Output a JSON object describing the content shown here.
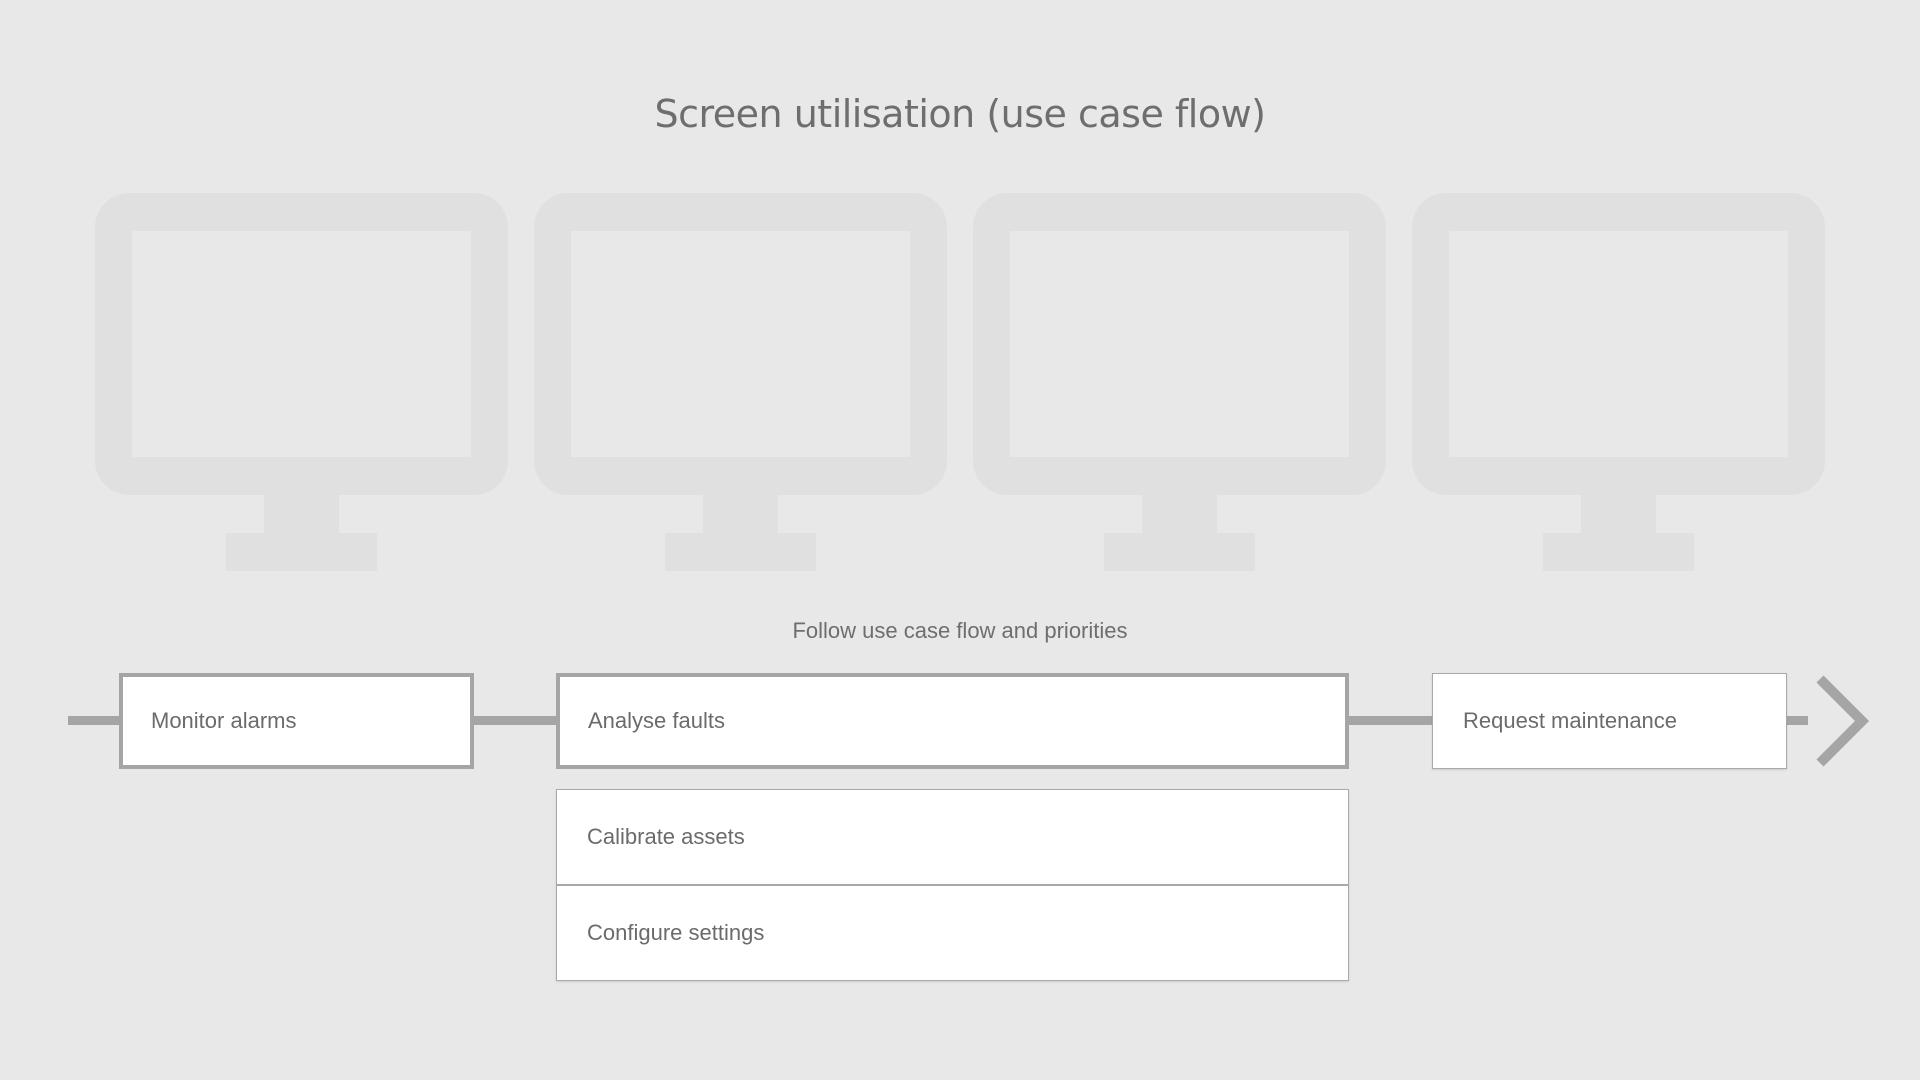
{
  "diagram": {
    "title": "Screen utilisation (use case flow)",
    "subtitle": "Follow use case flow and priorities",
    "monitors": [
      "monitor-1",
      "monitor-2",
      "monitor-3",
      "monitor-4"
    ],
    "steps": [
      {
        "id": "monitor-alarms",
        "label": "Monitor alarms",
        "emphasis": "primary"
      },
      {
        "id": "analyse-faults",
        "label": "Analyse faults",
        "emphasis": "primary"
      },
      {
        "id": "calibrate-assets",
        "label": "Calibrate assets",
        "emphasis": "secondary"
      },
      {
        "id": "configure-settings",
        "label": "Configure settings",
        "emphasis": "secondary"
      },
      {
        "id": "request-maintenance",
        "label": "Request maintenance",
        "emphasis": "secondary"
      }
    ],
    "colors": {
      "background": "#e8e8e8",
      "monitor": "#e0e0e0",
      "connector": "#a5a5a5",
      "box": "#ffffff",
      "text": "#6b6b6b"
    },
    "icons": {
      "monitor": "monitor-icon",
      "arrow": "arrow-right-icon"
    }
  }
}
